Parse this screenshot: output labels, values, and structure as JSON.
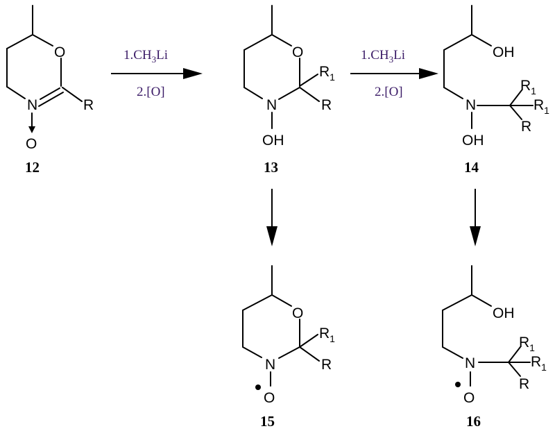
{
  "compounds": {
    "c12": {
      "number": "12",
      "atoms": {
        "O_ring": "O",
        "N": "N",
        "R": "R",
        "O_oxide": "O"
      }
    },
    "c13": {
      "number": "13",
      "atoms": {
        "O_ring": "O",
        "R1": "R",
        "R1_sub": "1",
        "R": "R",
        "N": "N",
        "OH": "OH"
      }
    },
    "c14": {
      "number": "14",
      "atoms": {
        "OH_top": "OH",
        "N": "N",
        "OH": "OH",
        "R1a": "R",
        "R1a_sub": "1",
        "R1b": "R",
        "R1b_sub": "1",
        "R": "R"
      }
    },
    "c15": {
      "number": "15",
      "atoms": {
        "O_ring": "O",
        "R1": "R",
        "R1_sub": "1",
        "R": "R",
        "N": "N",
        "O_rad": "O"
      }
    },
    "c16": {
      "number": "16",
      "atoms": {
        "OH_top": "OH",
        "N": "N",
        "O_rad": "O",
        "R1a": "R",
        "R1a_sub": "1",
        "R1b": "R",
        "R1b_sub": "1",
        "R": "R"
      }
    }
  },
  "arrows": {
    "a1": {
      "step1_pre": "1.CH",
      "step1_sub": "3",
      "step1_post": "Li",
      "step2": "2.[O]"
    },
    "a2": {
      "step1_pre": "1.CH",
      "step1_sub": "3",
      "step1_post": "Li",
      "step2": "2.[O]"
    }
  },
  "colors": {
    "structure": "#000000",
    "reagent_text": "#3a1a66"
  }
}
